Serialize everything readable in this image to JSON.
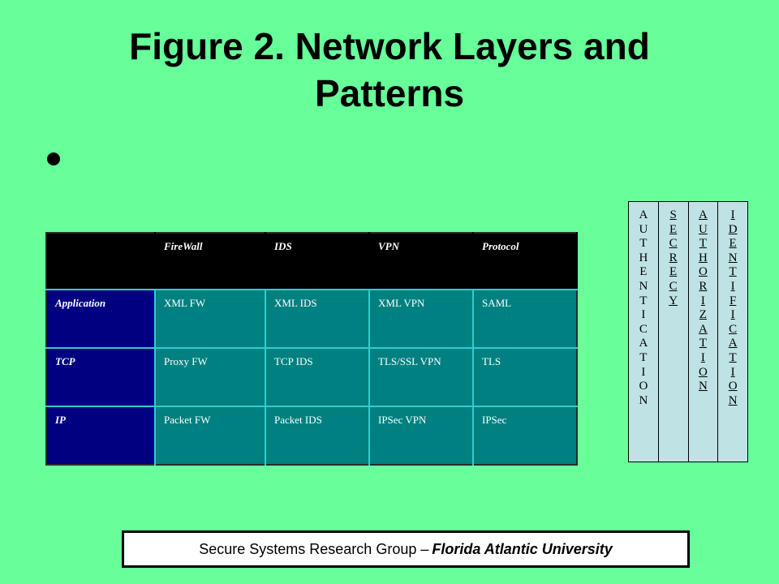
{
  "slide": {
    "title_line1": "Figure 2. Network Layers and",
    "title_line2": "Patterns"
  },
  "table": {
    "headers": [
      "",
      "FireWall",
      "IDS",
      "VPN",
      "Protocol"
    ],
    "rows": [
      [
        "Application",
        "XML FW",
        "XML IDS",
        "XML VPN",
        "SAML"
      ],
      [
        "TCP",
        "Proxy FW",
        "TCP IDS",
        "TLS/SSL VPN",
        "TLS"
      ],
      [
        "IP",
        "Packet FW",
        "Packet IDS",
        "IPSec VPN",
        "IPSec"
      ]
    ]
  },
  "vertical_labels": [
    {
      "text": "AUTHENTICATION",
      "underline": false
    },
    {
      "text": "SECRECY",
      "underline": true
    },
    {
      "text": "AUTHORIZATION",
      "underline": true
    },
    {
      "text": "IDENTIFICATION",
      "underline": true
    }
  ],
  "footer": {
    "group": "Secure Systems Research Group – ",
    "university": "Florida Atlantic University"
  },
  "colors": {
    "background": "#66ff99",
    "header_row": "#000000",
    "row_label": "#000080",
    "cell": "#008080",
    "grid_lines": "#33cccc",
    "vertical_table": "#bfe3e5"
  }
}
